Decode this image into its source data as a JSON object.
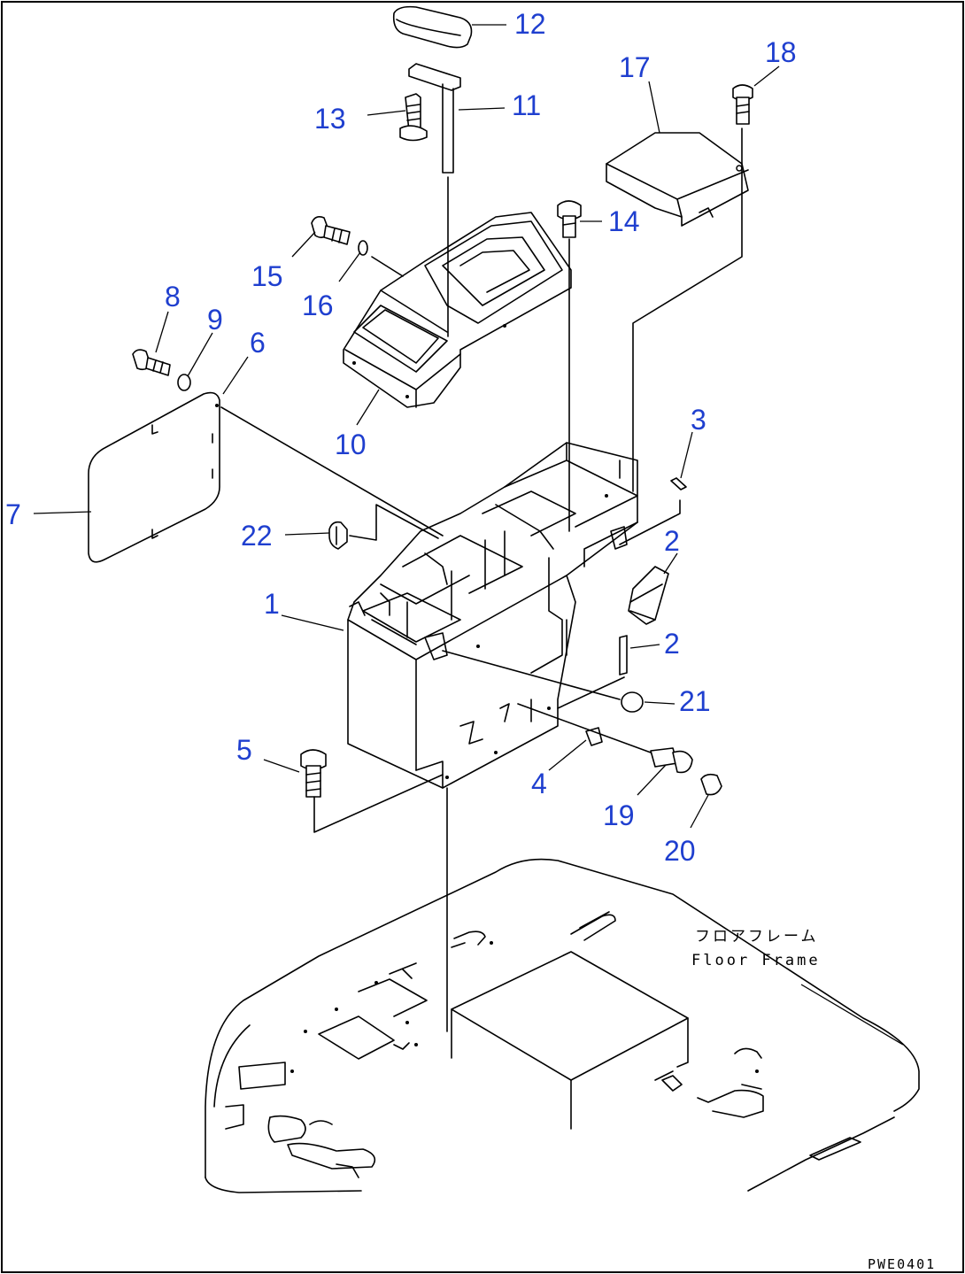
{
  "diagram": {
    "callouts": [
      "1",
      "2",
      "2",
      "3",
      "4",
      "5",
      "6",
      "7",
      "8",
      "9",
      "10",
      "11",
      "12",
      "13",
      "14",
      "15",
      "16",
      "17",
      "18",
      "19",
      "20",
      "21",
      "22"
    ],
    "floor_label_jp": "フロアフレーム",
    "floor_label_en": "Floor Frame",
    "drawing_code": "PWE0401"
  }
}
